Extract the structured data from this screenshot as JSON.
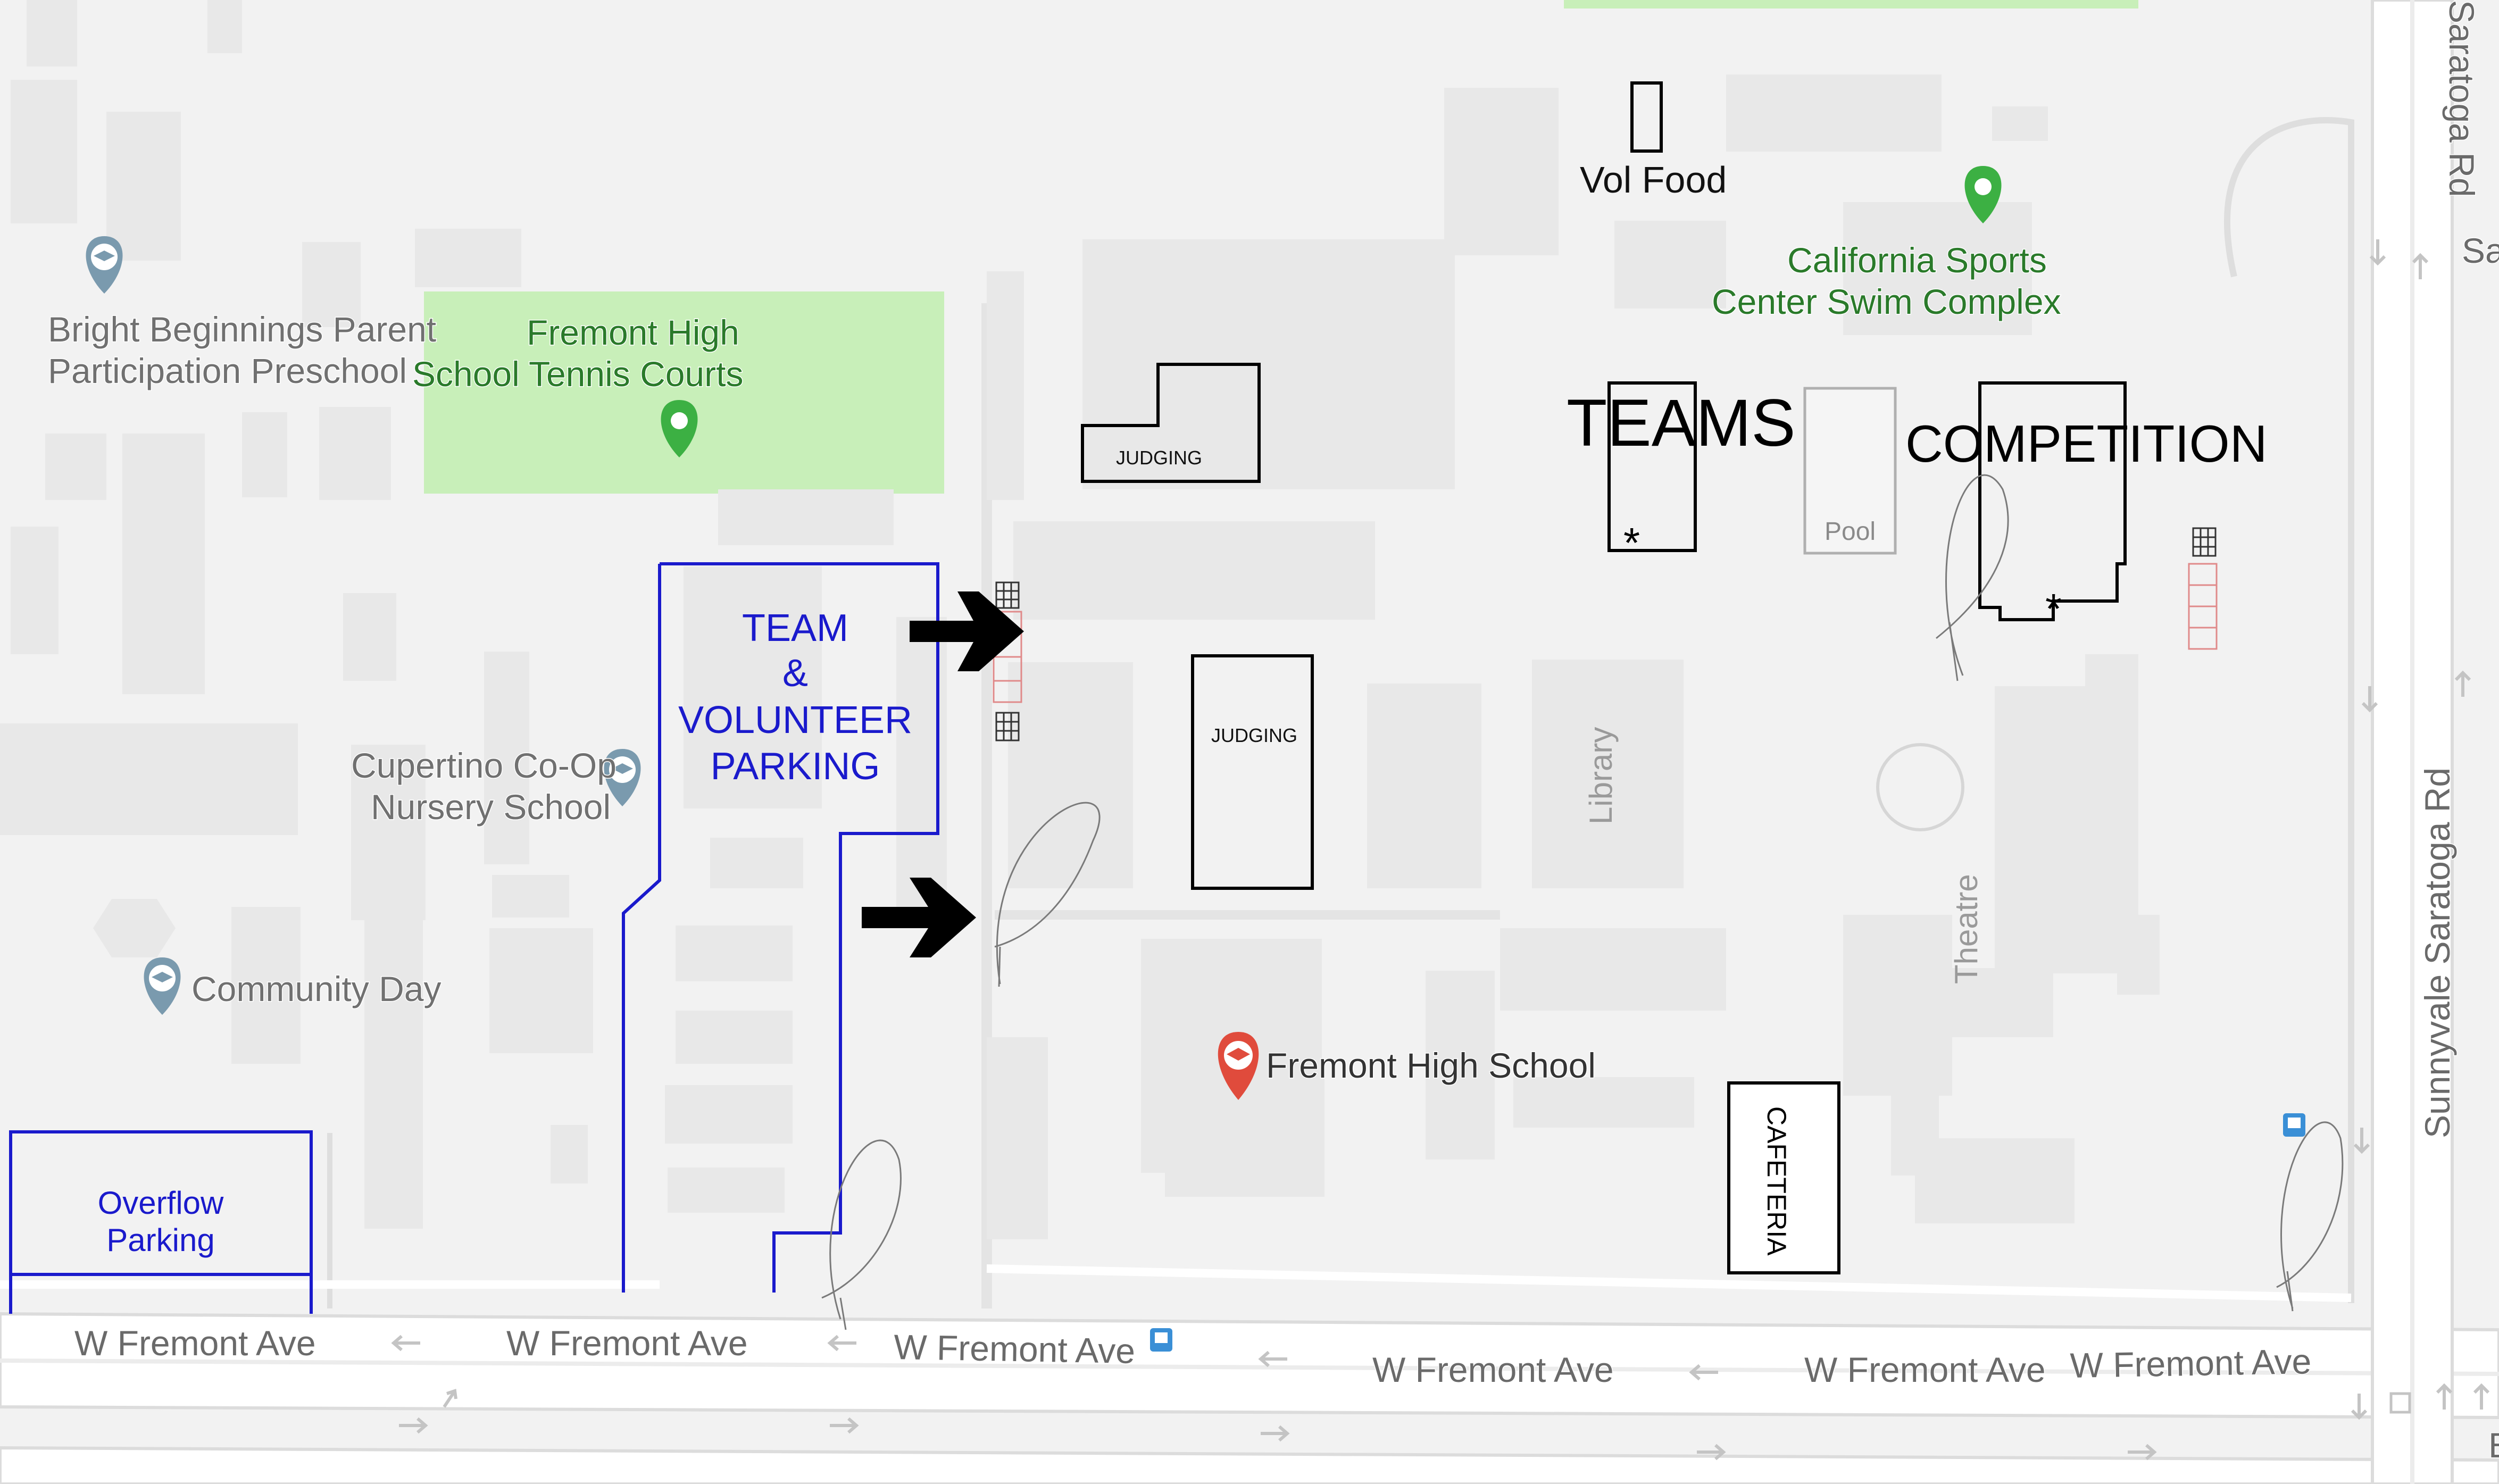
{
  "map": {
    "streets": {
      "w_fremont_labels": [
        "W Fremont Ave",
        "W Fremont Ave",
        "W Fremont Ave",
        "W Fremont Ave",
        "W Fremont Ave",
        "W Fremont Ave"
      ],
      "saratoga_top": "Saratoga Rd",
      "saratoga_sa": "Sa",
      "sunnyvale_saratoga": "Sunnyvale Saratoga Rd",
      "edge_letter": "E"
    },
    "places": {
      "bright_beginnings": [
        "Bright Beginnings Parent",
        "Participation Preschool"
      ],
      "tennis_courts": [
        "Fremont High",
        "School Tennis Courts"
      ],
      "swim_complex": [
        "California Sports",
        "Center Swim Complex"
      ],
      "coop_nursery": [
        "Cupertino Co-Op",
        "Nursery School"
      ],
      "community_day": "Community Day",
      "fremont_high": "Fremont High School",
      "library": "Library",
      "theatre": "Theatre",
      "pool": "Pool"
    },
    "annotations": {
      "vol_food": "Vol Food",
      "judging_top": "JUDGING",
      "judging_mid": "JUDGING",
      "teams": "TEAMS",
      "competition": "COMPETITION",
      "team_parking": [
        "TEAM",
        "&",
        "VOLUNTEER",
        "PARKING"
      ],
      "overflow_parking": [
        "Overflow",
        "Parking"
      ],
      "cafeteria": "CAFETERIA",
      "asterisk_teams": "*",
      "asterisk_competition": "*"
    },
    "colors": {
      "background": "#f2f2f2",
      "building": "#e8e8e8",
      "road": "#ffffff",
      "road_outline": "#dedede",
      "park": "#c8efb9",
      "annotation_blue": "#1a1acc",
      "pin_green": "#3cb043",
      "pin_red": "#e04b3c",
      "pin_school": "#7a9aae",
      "label_gray": "#707070",
      "label_green": "#2a7a2a",
      "label_dark": "#333333"
    },
    "icons": [
      "school-pin-icon",
      "green-location-pin-icon",
      "red-school-pin-icon",
      "bus-stop-icon",
      "arrow-right-icon",
      "one-way-arrow-icon",
      "entrance-gate-icon"
    ]
  }
}
